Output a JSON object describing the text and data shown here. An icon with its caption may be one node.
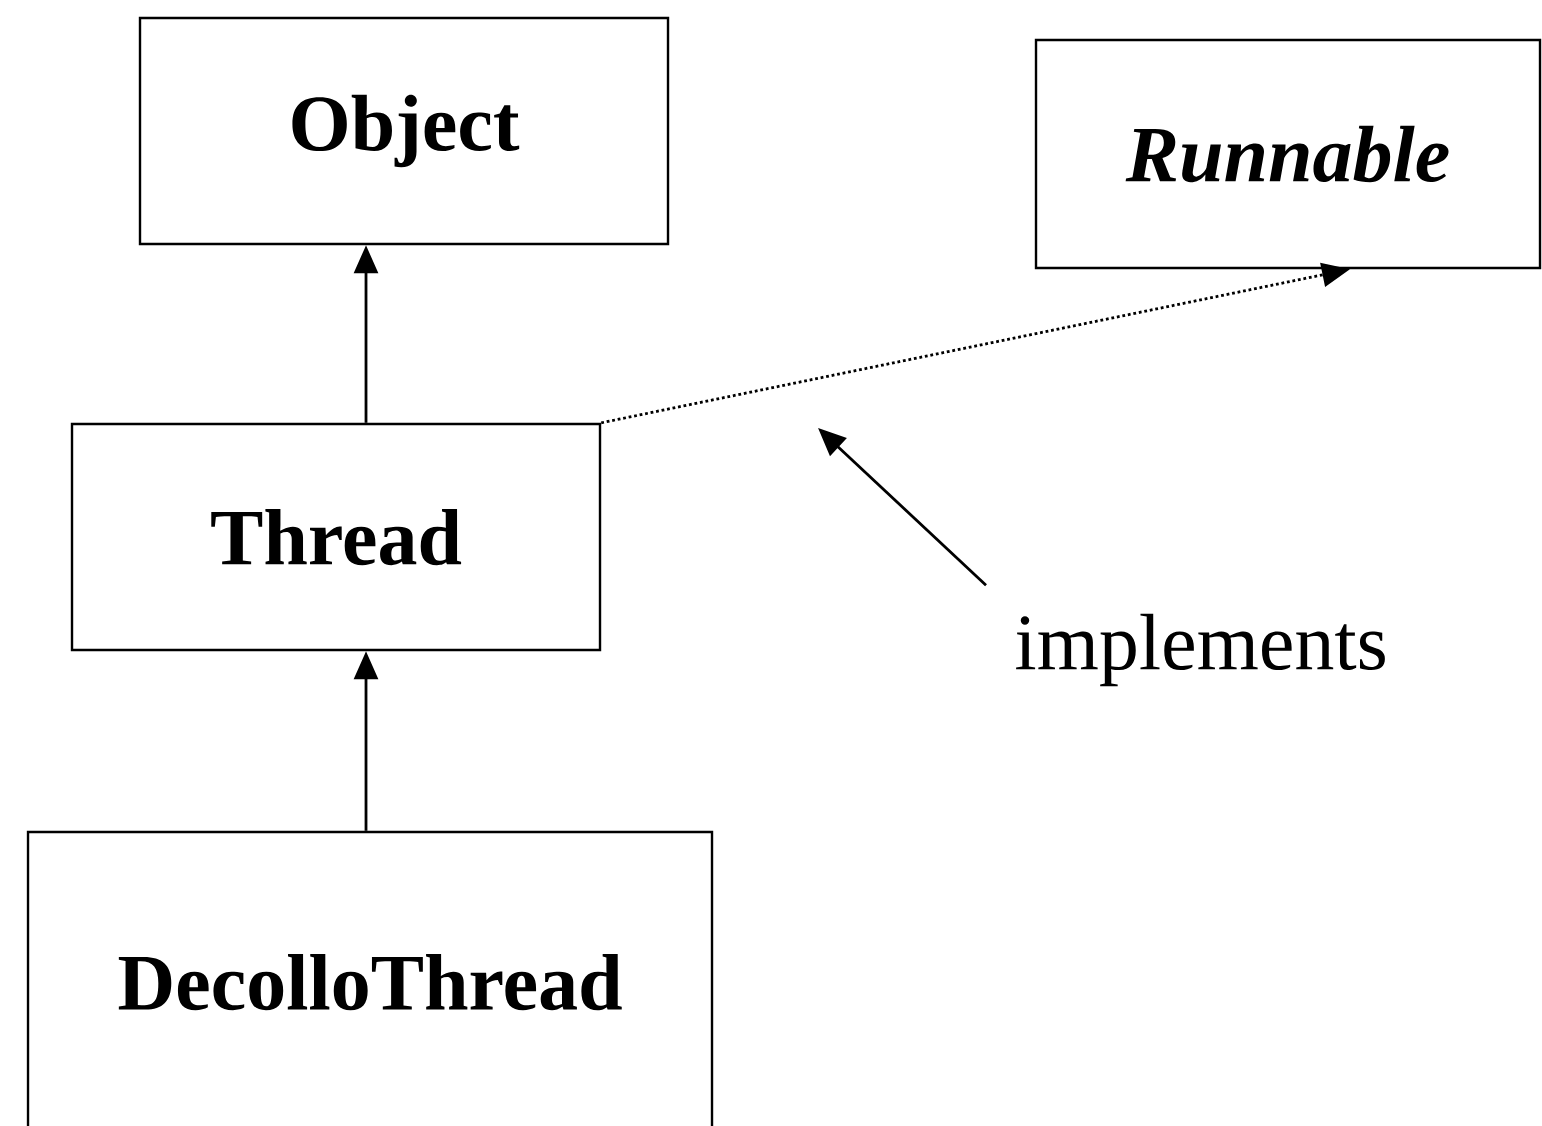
{
  "diagram": {
    "nodes": [
      {
        "text": [
          "Object"
        ]
      },
      {
        "text": [
          "Runnable"
        ]
      },
      {
        "text": [
          "Thread"
        ]
      },
      {
        "text": [
          "DecolloThread"
        ]
      },
      {
        "text": [
          "implements"
        ]
      }
    ],
    "edges": [
      {
        "from": 2,
        "to": 0,
        "arrow": "to"
      },
      {
        "from": 3,
        "to": 2,
        "arrow": "to"
      },
      {
        "from": 2,
        "to": 1,
        "arrow": "to",
        "style": "dashed"
      },
      {
        "from": 4,
        "to": null,
        "arrow": "to"
      }
    ]
  }
}
